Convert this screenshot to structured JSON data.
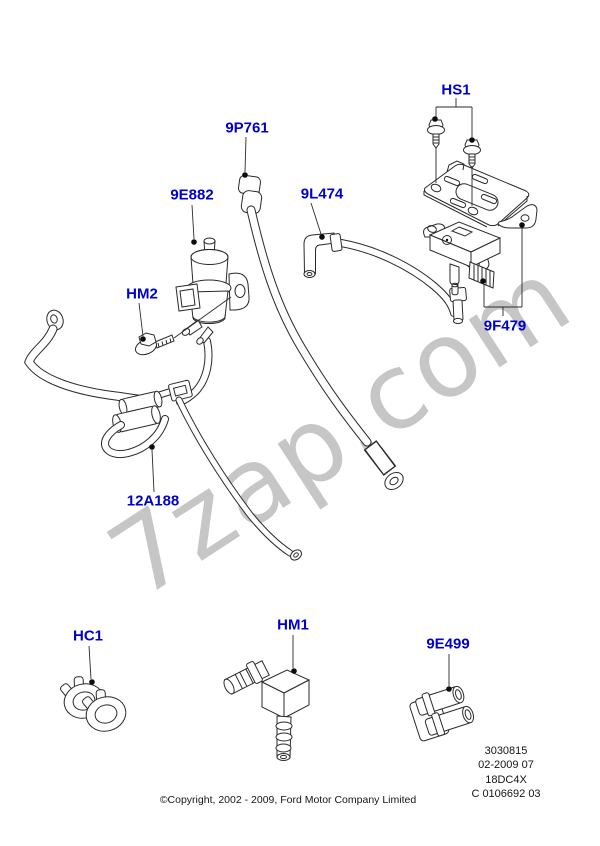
{
  "watermark": "7zap.com",
  "labels": {
    "9P761": "9P761",
    "9E882": "9E882",
    "HM2": "HM2",
    "HS1": "HS1",
    "9L474": "9L474",
    "9F479": "9F479",
    "12A188": "12A188",
    "HC1": "HC1",
    "HM1": "HM1",
    "9E499": "9E499"
  },
  "footer": {
    "doc_number": "3030815",
    "doc_revision": "02-2009 07",
    "doc_code": "18DC4X",
    "doc_ref": "C 0106692 03",
    "copyright": "©Copyright, 2002 - 2009, Ford Motor Company Limited"
  },
  "colors": {
    "label_blue": "#0000cc",
    "line_dark": "#2a2a2a",
    "watermark_gray": "#c6c6c6"
  }
}
